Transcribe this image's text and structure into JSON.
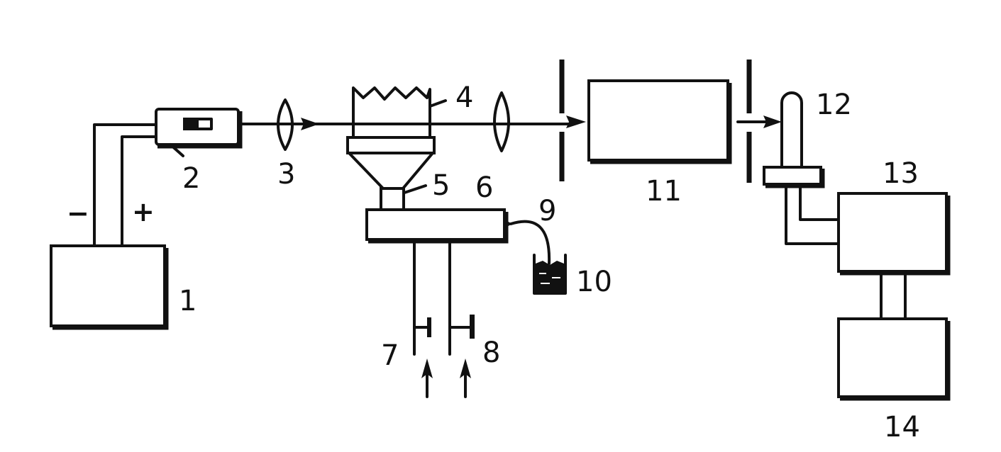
{
  "labels": {
    "power_supply": "1",
    "hollow_cathode_lamp": "2",
    "lens_left": "3",
    "flame": "4",
    "burner": "5",
    "mixing_chamber": "6",
    "inlet_left": "7",
    "inlet_right": "8",
    "drain_tube": "9",
    "waste_vessel": "10",
    "monochromator": "11",
    "photomultiplier": "12",
    "amplifier": "13",
    "readout": "14"
  },
  "polarity": {
    "negative": "−",
    "positive": "+"
  },
  "colors": {
    "ink": "#111111",
    "background": "#ffffff"
  }
}
